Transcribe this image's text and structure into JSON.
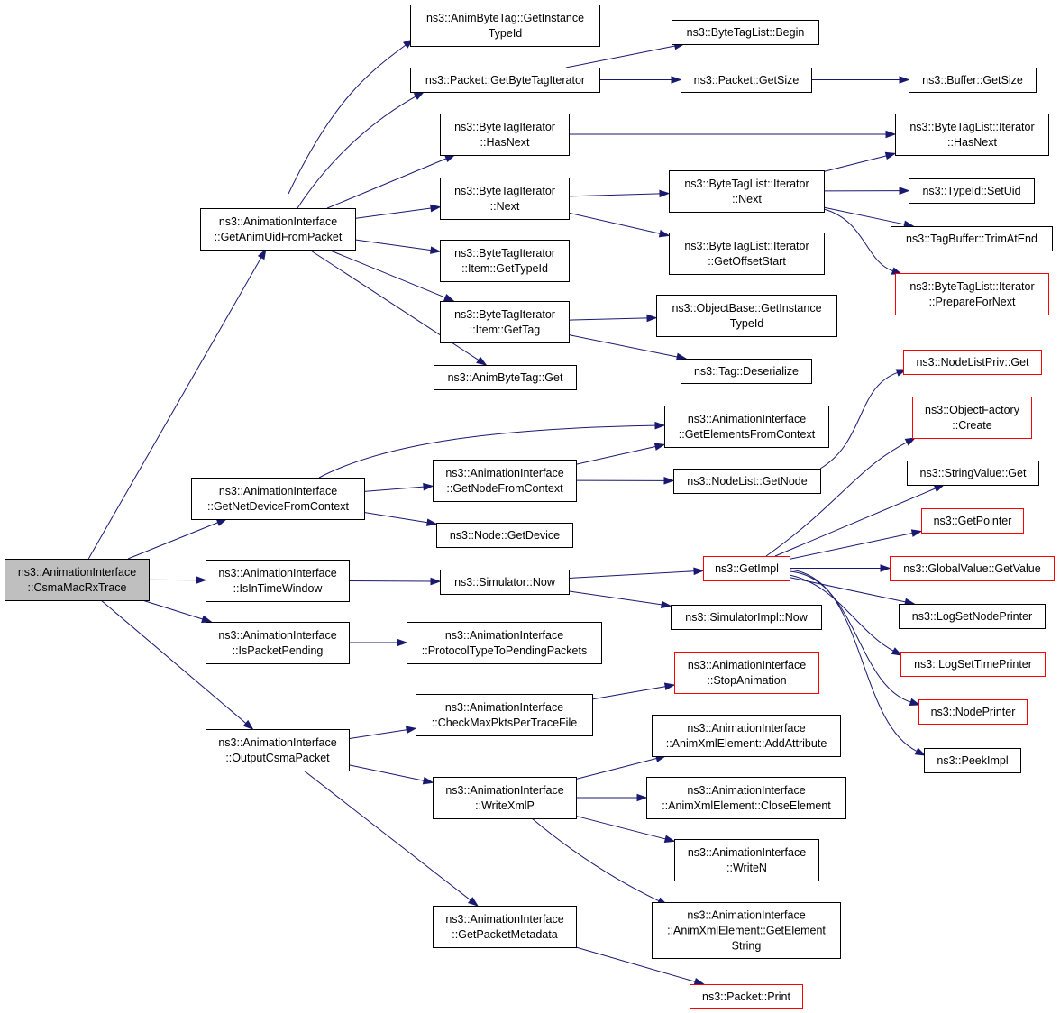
{
  "colors": {
    "edge": "#191970",
    "border_normal": "#000000",
    "border_truncated": "#ff0000",
    "fill_root": "#bfbfbf",
    "fill_normal": "#ffffff"
  },
  "nodes": [
    {
      "id": "root",
      "lines": [
        "ns3::AnimationInterface",
        "::CsmaMacRxTrace"
      ],
      "kind": "root"
    },
    {
      "id": "getAnimUid",
      "lines": [
        "ns3::AnimationInterface",
        "::GetAnimUidFromPacket"
      ],
      "kind": "normal"
    },
    {
      "id": "getNetDevice",
      "lines": [
        "ns3::AnimationInterface",
        "::GetNetDeviceFromContext"
      ],
      "kind": "normal"
    },
    {
      "id": "isInTimeWindow",
      "lines": [
        "ns3::AnimationInterface",
        "::IsInTimeWindow"
      ],
      "kind": "normal"
    },
    {
      "id": "isPacketPending",
      "lines": [
        "ns3::AnimationInterface",
        "::IsPacketPending"
      ],
      "kind": "normal"
    },
    {
      "id": "outputCsma",
      "lines": [
        "ns3::AnimationInterface",
        "::OutputCsmaPacket"
      ],
      "kind": "normal"
    },
    {
      "id": "animByteTagGetInstance",
      "lines": [
        "ns3::AnimByteTag::GetInstance",
        "TypeId"
      ],
      "kind": "normal"
    },
    {
      "id": "packetGetByteTagIter",
      "lines": [
        "ns3::Packet::GetByteTagIterator"
      ],
      "kind": "normal"
    },
    {
      "id": "btiHasNext",
      "lines": [
        "ns3::ByteTagIterator",
        "::HasNext"
      ],
      "kind": "normal"
    },
    {
      "id": "btiNext",
      "lines": [
        "ns3::ByteTagIterator",
        "::Next"
      ],
      "kind": "normal"
    },
    {
      "id": "btiItemGetTypeId",
      "lines": [
        "ns3::ByteTagIterator",
        "::Item::GetTypeId"
      ],
      "kind": "normal"
    },
    {
      "id": "btiItemGetTag",
      "lines": [
        "ns3::ByteTagIterator",
        "::Item::GetTag"
      ],
      "kind": "normal"
    },
    {
      "id": "animByteTagGet",
      "lines": [
        "ns3::AnimByteTag::Get"
      ],
      "kind": "normal"
    },
    {
      "id": "btlBegin",
      "lines": [
        "ns3::ByteTagList::Begin"
      ],
      "kind": "normal"
    },
    {
      "id": "packetGetSize",
      "lines": [
        "ns3::Packet::GetSize"
      ],
      "kind": "normal"
    },
    {
      "id": "bufferGetSize",
      "lines": [
        "ns3::Buffer::GetSize"
      ],
      "kind": "normal"
    },
    {
      "id": "btliHasNext",
      "lines": [
        "ns3::ByteTagList::Iterator",
        "::HasNext"
      ],
      "kind": "normal"
    },
    {
      "id": "btliNext",
      "lines": [
        "ns3::ByteTagList::Iterator",
        "::Next"
      ],
      "kind": "normal"
    },
    {
      "id": "typeIdSetUid",
      "lines": [
        "ns3::TypeId::SetUid"
      ],
      "kind": "normal"
    },
    {
      "id": "tagBufferTrimAtEnd",
      "lines": [
        "ns3::TagBuffer::TrimAtEnd"
      ],
      "kind": "normal"
    },
    {
      "id": "btliPrepareForNext",
      "lines": [
        "ns3::ByteTagList::Iterator",
        "::PrepareForNext"
      ],
      "kind": "truncated"
    },
    {
      "id": "btliGetOffsetStart",
      "lines": [
        "ns3::ByteTagList::Iterator",
        "::GetOffsetStart"
      ],
      "kind": "normal"
    },
    {
      "id": "objectBaseGetInstance",
      "lines": [
        "ns3::ObjectBase::GetInstance",
        "TypeId"
      ],
      "kind": "normal"
    },
    {
      "id": "tagDeserialize",
      "lines": [
        "ns3::Tag::Deserialize"
      ],
      "kind": "normal"
    },
    {
      "id": "getElementsFromContext",
      "lines": [
        "ns3::AnimationInterface",
        "::GetElementsFromContext"
      ],
      "kind": "normal"
    },
    {
      "id": "getNodeFromContext",
      "lines": [
        "ns3::AnimationInterface",
        "::GetNodeFromContext"
      ],
      "kind": "normal"
    },
    {
      "id": "nodeGetDevice",
      "lines": [
        "ns3::Node::GetDevice"
      ],
      "kind": "normal"
    },
    {
      "id": "nodeListGetNode",
      "lines": [
        "ns3::NodeList::GetNode"
      ],
      "kind": "normal"
    },
    {
      "id": "nodeListPrivGet",
      "lines": [
        "ns3::NodeListPriv::Get"
      ],
      "kind": "truncated"
    },
    {
      "id": "objectFactoryCreate",
      "lines": [
        "ns3::ObjectFactory",
        "::Create"
      ],
      "kind": "truncated"
    },
    {
      "id": "stringValueGet",
      "lines": [
        "ns3::StringValue::Get"
      ],
      "kind": "normal"
    },
    {
      "id": "getPointer",
      "lines": [
        "ns3::GetPointer"
      ],
      "kind": "truncated"
    },
    {
      "id": "globalValueGetValue",
      "lines": [
        "ns3::GlobalValue::GetValue"
      ],
      "kind": "truncated"
    },
    {
      "id": "logSetNodePrinter",
      "lines": [
        "ns3::LogSetNodePrinter"
      ],
      "kind": "normal"
    },
    {
      "id": "logSetTimePrinter",
      "lines": [
        "ns3::LogSetTimePrinter"
      ],
      "kind": "truncated"
    },
    {
      "id": "nodePrinter",
      "lines": [
        "ns3::NodePrinter"
      ],
      "kind": "truncated"
    },
    {
      "id": "peekImpl",
      "lines": [
        "ns3::PeekImpl"
      ],
      "kind": "normal"
    },
    {
      "id": "simulatorNow",
      "lines": [
        "ns3::Simulator::Now"
      ],
      "kind": "normal"
    },
    {
      "id": "getImpl",
      "lines": [
        "ns3::GetImpl"
      ],
      "kind": "truncated"
    },
    {
      "id": "simulatorImplNow",
      "lines": [
        "ns3::SimulatorImpl::Now"
      ],
      "kind": "normal"
    },
    {
      "id": "protocolTypeToPending",
      "lines": [
        "ns3::AnimationInterface",
        "::ProtocolTypeToPendingPackets"
      ],
      "kind": "normal"
    },
    {
      "id": "stopAnimation",
      "lines": [
        "ns3::AnimationInterface",
        "::StopAnimation"
      ],
      "kind": "truncated"
    },
    {
      "id": "checkMaxPkts",
      "lines": [
        "ns3::AnimationInterface",
        "::CheckMaxPktsPerTraceFile"
      ],
      "kind": "normal"
    },
    {
      "id": "writeXmlP",
      "lines": [
        "ns3::AnimationInterface",
        "::WriteXmlP"
      ],
      "kind": "normal"
    },
    {
      "id": "addAttribute",
      "lines": [
        "ns3::AnimationInterface",
        "::AnimXmlElement::AddAttribute"
      ],
      "kind": "normal"
    },
    {
      "id": "closeElement",
      "lines": [
        "ns3::AnimationInterface",
        "::AnimXmlElement::CloseElement"
      ],
      "kind": "normal"
    },
    {
      "id": "writeN",
      "lines": [
        "ns3::AnimationInterface",
        "::WriteN"
      ],
      "kind": "normal"
    },
    {
      "id": "getElementString",
      "lines": [
        "ns3::AnimationInterface",
        "::AnimXmlElement::GetElement",
        "String"
      ],
      "kind": "normal"
    },
    {
      "id": "getPacketMetadata",
      "lines": [
        "ns3::AnimationInterface",
        "::GetPacketMetadata"
      ],
      "kind": "normal"
    },
    {
      "id": "packetPrint",
      "lines": [
        "ns3::Packet::Print"
      ],
      "kind": "truncated"
    }
  ],
  "edges": [
    [
      "root",
      "getAnimUid"
    ],
    [
      "root",
      "getNetDevice"
    ],
    [
      "root",
      "isInTimeWindow"
    ],
    [
      "root",
      "isPacketPending"
    ],
    [
      "root",
      "outputCsma"
    ],
    [
      "getAnimUid",
      "animByteTagGetInstance"
    ],
    [
      "getAnimUid",
      "packetGetByteTagIter"
    ],
    [
      "getAnimUid",
      "btiHasNext"
    ],
    [
      "getAnimUid",
      "btiNext"
    ],
    [
      "getAnimUid",
      "btiItemGetTypeId"
    ],
    [
      "getAnimUid",
      "btiItemGetTag"
    ],
    [
      "getAnimUid",
      "animByteTagGet"
    ],
    [
      "packetGetByteTagIter",
      "btlBegin"
    ],
    [
      "packetGetByteTagIter",
      "packetGetSize"
    ],
    [
      "packetGetSize",
      "bufferGetSize"
    ],
    [
      "btiHasNext",
      "btliHasNext"
    ],
    [
      "btiNext",
      "btliNext"
    ],
    [
      "btiNext",
      "btliGetOffsetStart"
    ],
    [
      "btliNext",
      "btliHasNext"
    ],
    [
      "btliNext",
      "typeIdSetUid"
    ],
    [
      "btliNext",
      "tagBufferTrimAtEnd"
    ],
    [
      "btliNext",
      "btliPrepareForNext"
    ],
    [
      "btiItemGetTag",
      "objectBaseGetInstance"
    ],
    [
      "btiItemGetTag",
      "tagDeserialize"
    ],
    [
      "getNetDevice",
      "getElementsFromContext"
    ],
    [
      "getNetDevice",
      "getNodeFromContext"
    ],
    [
      "getNetDevice",
      "nodeGetDevice"
    ],
    [
      "getNodeFromContext",
      "getElementsFromContext"
    ],
    [
      "getNodeFromContext",
      "nodeListGetNode"
    ],
    [
      "nodeListGetNode",
      "nodeListPrivGet"
    ],
    [
      "isInTimeWindow",
      "simulatorNow"
    ],
    [
      "simulatorNow",
      "getImpl"
    ],
    [
      "simulatorNow",
      "simulatorImplNow"
    ],
    [
      "getImpl",
      "objectFactoryCreate"
    ],
    [
      "getImpl",
      "stringValueGet"
    ],
    [
      "getImpl",
      "getPointer"
    ],
    [
      "getImpl",
      "globalValueGetValue"
    ],
    [
      "getImpl",
      "logSetNodePrinter"
    ],
    [
      "getImpl",
      "logSetTimePrinter"
    ],
    [
      "getImpl",
      "nodePrinter"
    ],
    [
      "getImpl",
      "peekImpl"
    ],
    [
      "isPacketPending",
      "protocolTypeToPending"
    ],
    [
      "outputCsma",
      "checkMaxPkts"
    ],
    [
      "outputCsma",
      "writeXmlP"
    ],
    [
      "outputCsma",
      "getPacketMetadata"
    ],
    [
      "checkMaxPkts",
      "stopAnimation"
    ],
    [
      "writeXmlP",
      "addAttribute"
    ],
    [
      "writeXmlP",
      "closeElement"
    ],
    [
      "writeXmlP",
      "writeN"
    ],
    [
      "writeXmlP",
      "getElementString"
    ],
    [
      "getPacketMetadata",
      "packetPrint"
    ]
  ]
}
